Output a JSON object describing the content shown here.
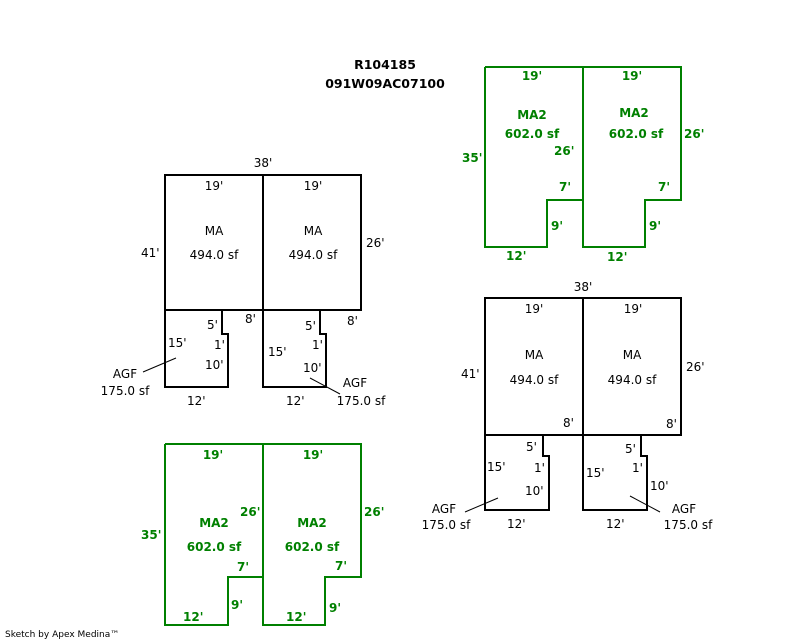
{
  "header": {
    "record_id": "R104185",
    "parcel_number": "091W09AC07100"
  },
  "footer": {
    "credit": "Sketch by Apex Medina™"
  },
  "colors": {
    "ma": "#000000",
    "ma2": "#008000"
  },
  "ma": {
    "label": "MA",
    "area": "494.0 sf",
    "top": "19'",
    "overall": "38'",
    "left": "41'",
    "right": "26'",
    "corner": "8'"
  },
  "agf": {
    "label": "AGF",
    "area": "175.0 sf",
    "side": "15'",
    "d5": "5'",
    "d1": "1'",
    "d10": "10'",
    "bottom": "12'"
  },
  "ma2": {
    "label": "MA2",
    "area": "602.0 sf",
    "top": "19'",
    "left": "35'",
    "right": "26'",
    "step": "7'",
    "d9": "9'",
    "bottom": "12'"
  }
}
